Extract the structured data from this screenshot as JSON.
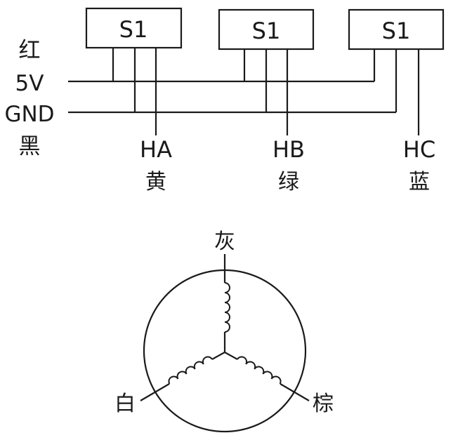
{
  "sensors": [
    {
      "label": "S1"
    },
    {
      "label": "S1"
    },
    {
      "label": "S1"
    }
  ],
  "left_labels": {
    "red": "红",
    "v5": "5V",
    "gnd": "GND",
    "black": "黑"
  },
  "outputs": [
    {
      "signal": "HA",
      "color": "黄"
    },
    {
      "signal": "HB",
      "color": "绿"
    },
    {
      "signal": "HC",
      "color": "蓝"
    }
  ],
  "motor": {
    "top_lead": "灰",
    "left_lead": "白",
    "right_lead": "棕"
  }
}
